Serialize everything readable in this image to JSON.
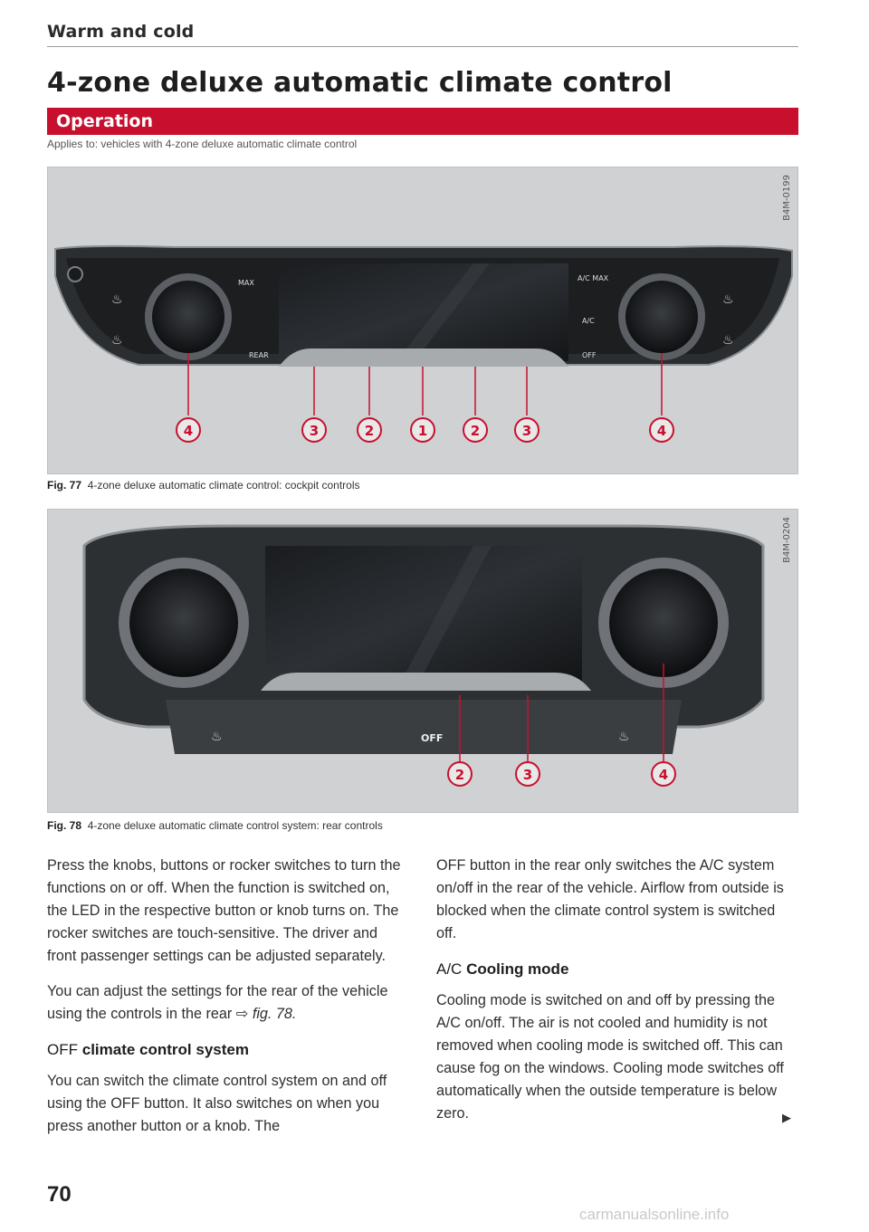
{
  "header": {
    "section": "Warm and cold"
  },
  "title": "4-zone deluxe automatic climate control",
  "banner": "Operation",
  "applies_to": "Applies to: vehicles with 4-zone deluxe automatic climate control",
  "figure77": {
    "id": "B4M-0199",
    "labels": {
      "l4": "4",
      "l3a": "3",
      "l2a": "2",
      "l1": "1",
      "l2b": "2",
      "l3b": "3",
      "r4": "4"
    },
    "buttons": {
      "max": "MAX",
      "rear": "REAR",
      "ac_max": "A/C MAX",
      "ac": "A/C",
      "off": "OFF"
    },
    "caption_label": "Fig. 77",
    "caption_text": "4-zone deluxe automatic climate control: cockpit controls"
  },
  "figure78": {
    "id": "B4M-0204",
    "labels": {
      "c2": "2",
      "c3": "3",
      "r4": "4"
    },
    "buttons": {
      "off": "OFF"
    },
    "caption_label": "Fig. 78",
    "caption_text": "4-zone deluxe automatic climate control system: rear controls"
  },
  "body": {
    "p1": "Press the knobs, buttons or rocker switches to turn the functions on or off. When the function is switched on, the LED in the respective button or knob turns on. The rocker switches are touch-sensitive. The driver and front passenger settings can be adjusted separately.",
    "p2_text": "You can adjust the settings for the rear of the vehicle using the controls in the rear ",
    "p2_ref": "⇨ fig. 78.",
    "h_off_prefix": "OFF",
    "h_off_bold": "climate control system",
    "p3": "You can switch the climate control system on and off using the OFF button. It also switches on when you press another button or a knob. The OFF button in the rear only switches the A/C system on/off in the rear of the vehicle. Airflow from outside is blocked when the climate control system is switched off.",
    "h_ac_prefix": "A/C",
    "h_ac_bold": "Cooling mode",
    "p4": "Cooling mode is switched on and off by pressing the A/C on/off. The air is not cooled and humidity is not removed when cooling mode is switched off. This can cause fog on the windows. Cooling mode switches off automatically when the outside temperature is below zero."
  },
  "footer": {
    "page_number": "70",
    "watermark": "carmanualsonline.info"
  }
}
